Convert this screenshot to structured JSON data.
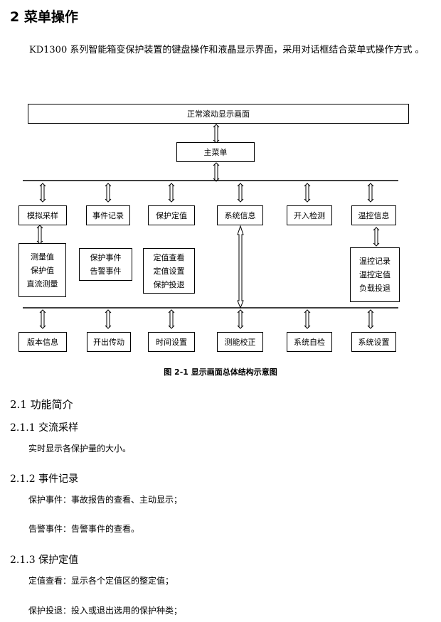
{
  "heading": "2 菜单操作",
  "intro": "KD1300 系列智能箱变保护装置的键盘操作和液晶显示界面，采用对话框结合菜单式操作方式 。",
  "diagram": {
    "top_box": "正常滚动显示画面",
    "main_menu": "主菜单",
    "row1": [
      "模拟采样",
      "事件记录",
      "保护定值",
      "系统信息",
      "开入检测",
      "温控信息"
    ],
    "sub": {
      "analog": [
        "测量值",
        "保护值",
        "直流测量"
      ],
      "events": [
        "保护事件",
        "告警事件"
      ],
      "settings": [
        "定值查看",
        "定值设置",
        "保护投退"
      ],
      "temp": [
        "温控记录",
        "温控定值",
        "负载投退"
      ]
    },
    "row2": [
      "版本信息",
      "开出传动",
      "时间设置",
      "测能校正",
      "系统自检",
      "系统设置"
    ]
  },
  "caption": "图 2-1  显示画面总体结构示意图",
  "sections": {
    "s21": "2.1 功能简介",
    "s211": "2.1.1 交流采样",
    "s211_text": "实时显示各保护量的大小。",
    "s212": "2.1.2 事件记录",
    "s212_text1": "保护事件：事故报告的查看、主动显示；",
    "s212_text2": "告警事件：告警事件的查看。",
    "s213": "2.1.3 保护定值",
    "s213_text1": "定值查看：显示各个定值区的整定值；",
    "s213_text2": "保护投退：投入或退出选用的保护种类；"
  }
}
